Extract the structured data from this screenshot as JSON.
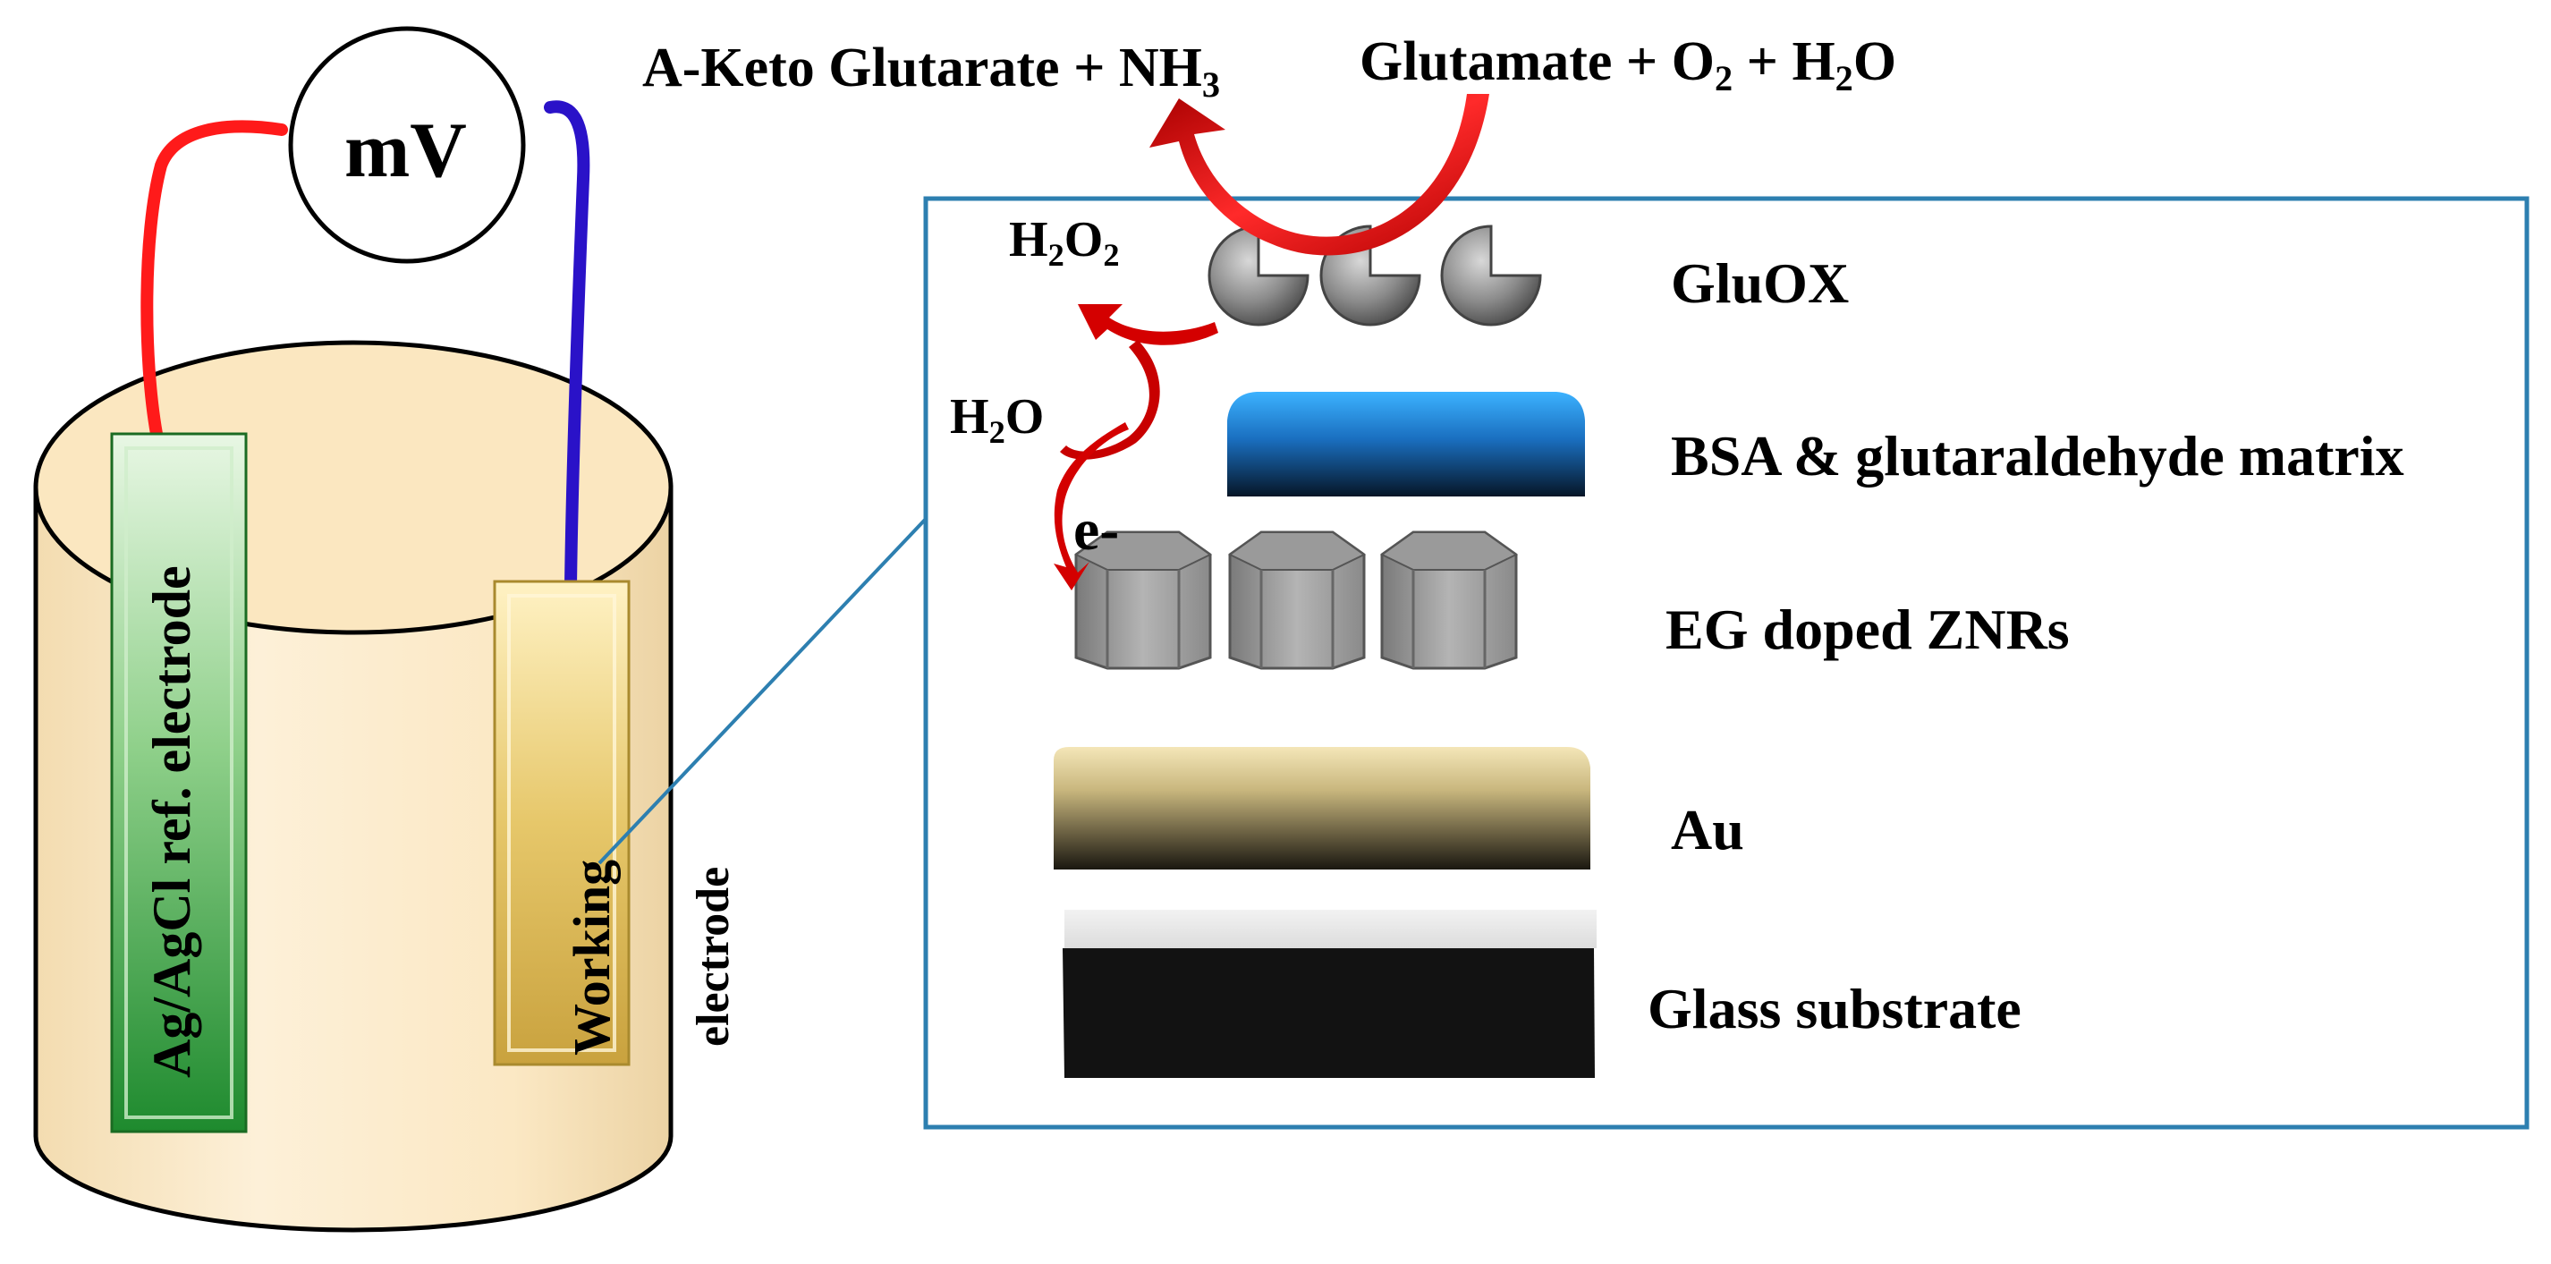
{
  "meter": {
    "label": "mV"
  },
  "reaction": {
    "products": {
      "text": "A-Keto Glutarate + NH",
      "sub": "3"
    },
    "reactants": {
      "p1": "Glutamate + O",
      "s1": "2",
      "p2": " + H",
      "s2": "2",
      "p3": "O"
    },
    "h2o2": {
      "p1": "H",
      "s1": "2",
      "p2": "O",
      "s2": "2"
    },
    "h2o": {
      "p1": "H",
      "s1": "2",
      "p2": "O"
    },
    "electron": "e-"
  },
  "electrodes": {
    "reference": "Ag/AgCl ref. electrode",
    "working_1": "Working",
    "working_2": "electrode"
  },
  "layers": [
    {
      "label": "GluOX"
    },
    {
      "label": "BSA & glutaraldehyde matrix"
    },
    {
      "label": "EG doped ZNRs"
    },
    {
      "label": "Au"
    },
    {
      "label": "Glass substrate"
    }
  ],
  "colors": {
    "red_wire": "#ff1a1a",
    "blue_wire": "#2a12c8",
    "vessel": "#fbe8c4",
    "reference_electrode": "#2e9a3a",
    "working_electrode": "#e6c76a",
    "inset_border": "#2d7fb0",
    "arrow": "#d40000",
    "bsa": "#1a86d6",
    "zinc": "#8a8a8a",
    "gold": "#e9d8a3",
    "glass": "#111111"
  }
}
